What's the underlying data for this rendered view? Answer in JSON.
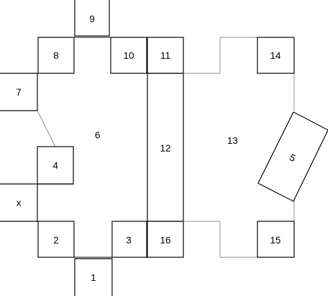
{
  "rooms": {
    "r1": "1",
    "r2": "2",
    "r3": "3",
    "r4": "4",
    "r5": "5",
    "r6": "6",
    "r7": "7",
    "r8": "8",
    "r9": "9",
    "r10": "10",
    "r11": "11",
    "r12": "12",
    "r13": "13",
    "r14": "14",
    "r15": "15",
    "r16": "16",
    "rx": "x"
  }
}
